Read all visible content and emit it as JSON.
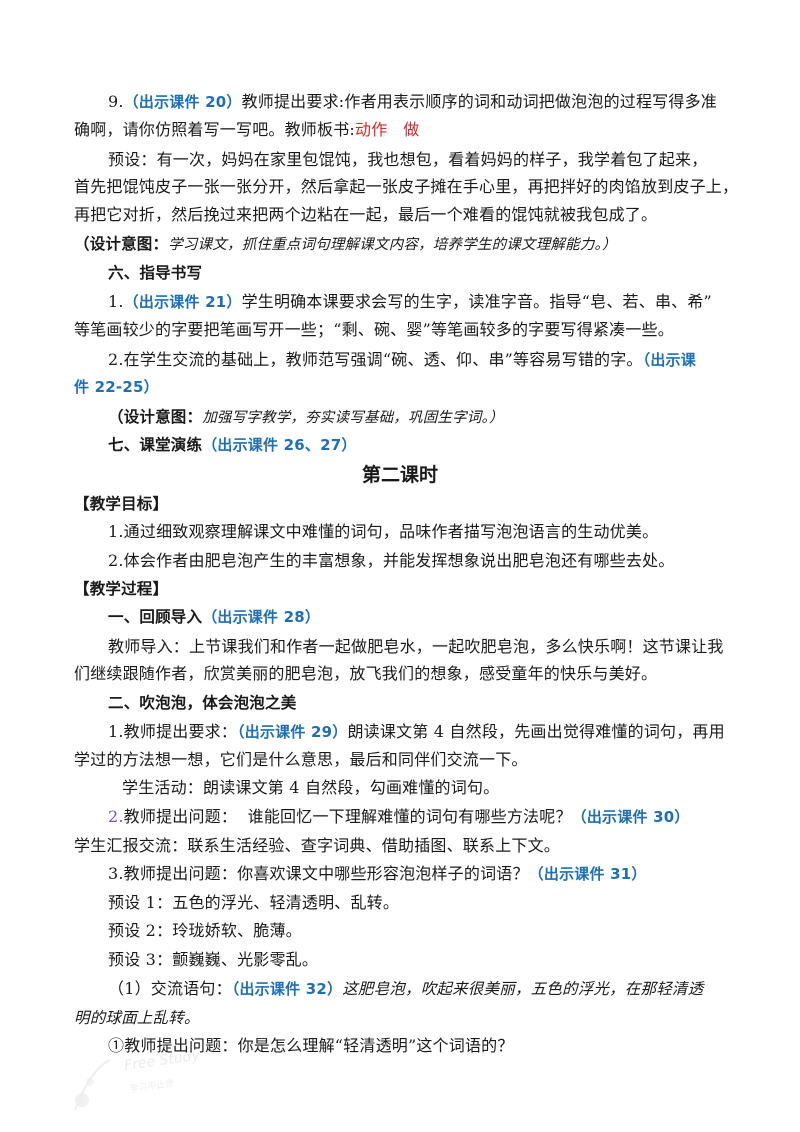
{
  "item9": {
    "num": "9.",
    "ref": "（出示课件 20）",
    "text1": "教师提出要求:作者用表示顺序的词和动词把做泡泡的过程写得多准",
    "text2": "确啊，请你仿照着写一写吧。教师板书:",
    "board1": "动作",
    "board2": "做"
  },
  "preset1": {
    "l1": "预设：有一次，妈妈在家里包馄饨，我也想包，看着妈妈的样子，我学着包了起来，",
    "l2": "首先把馄饨皮子一张一张分开，然后拿起一张皮子摊在手心里，再把拌好的肉馅放到皮子上，",
    "l3": "再把它对折，然后挽过来把两个边粘在一起，最后一个难看的馄饨就被我包成了。"
  },
  "design1": {
    "label": "（设计意图：",
    "text": "学习课文，抓住重点词句理解课文内容，培养学生的课文理解能力。）"
  },
  "sec6": {
    "title": "六、指导书写"
  },
  "s6p1": {
    "num": "1.",
    "ref": "（出示课件 21）",
    "text1": "学生明确本课要求会写的生字，读准字音。指导“皂、若、串、希”",
    "text2": "等笔画较少的字要把笔画写开一些；“剩、碗、婴”等笔画较多的字要写得紧凑一些。"
  },
  "s6p2": {
    "text1": "2.在学生交流的基础上，教师范写强调“碗、透、仰、串”等容易写错的字。",
    "ref1": "（出示课",
    "ref2": "件 22-25）"
  },
  "design2": {
    "label": "（设计意图：",
    "text": "加强写字教学，夯实读写基础，巩固生字词。）"
  },
  "sec7": {
    "title": "七、课堂演练",
    "ref": "（出示课件 26、27）"
  },
  "lesson2": {
    "title": "第二课时"
  },
  "goals": {
    "header": "【教学目标】",
    "g1": "1.通过细致观察理解课文中难懂的词句，品味作者描写泡泡语言的生动优美。",
    "g2": "2.体会作者由肥皂泡产生的丰富想象，并能发挥想象说出肥皂泡还有哪些去处。"
  },
  "process": {
    "header": "【教学过程】"
  },
  "p1": {
    "title": "一、回顾导入",
    "ref": "（出示课件 28）",
    "l1": "教师导入：上节课我们和作者一起做肥皂水，一起吹肥皂泡，多么快乐啊！这节课让我",
    "l2": "们继续跟随作者，欣赏美丽的肥皂泡，放飞我们的想象，感受童年的快乐与美好。"
  },
  "p2": {
    "title": "二、吹泡泡，体会泡泡之美",
    "a_pre": "1.教师提出要求：",
    "a_ref": "（出示课件 29）",
    "a_post": "朗读课文第 4 自然段，先画出觉得难懂的词句，再用",
    "a_l2": "学过的方法想一想，它们是什么意思，最后和同伴们交流一下。",
    "activity": "学生活动：朗读课文第 4 自然段，勾画难懂的词句。",
    "b_num": "2.",
    "b_text": "教师提出问题：  谁能回忆一下理解难懂的词句有哪些方法呢？",
    "b_ref": "（出示课件 30）",
    "report": "学生汇报交流：联系生活经验、查字词典、借助插图、联系上下文。",
    "c_text": "3.教师提出问题：你喜欢课文中哪些形容泡泡样子的词语？",
    "c_ref": "（出示课件 31）",
    "pre1": "预设 1：五色的浮光、轻清透明、乱转。",
    "pre2": "预设 2：玲珑娇软、脆薄。",
    "pre3": "预设 3：颤巍巍、光影零乱。",
    "ex_pre": "（1）交流语句：",
    "ex_ref": "（出示课件 32）",
    "ex_post": "这肥皂泡，吹起来很美丽，五色的浮光，在那轻清透",
    "ex_l2": "明的球面上乱转。",
    "q1": "①教师提出问题：你是怎么理解“轻清透明”这个词语的？"
  },
  "watermark": {
    "brand": "Free Study",
    "sub": "学习不止步"
  }
}
